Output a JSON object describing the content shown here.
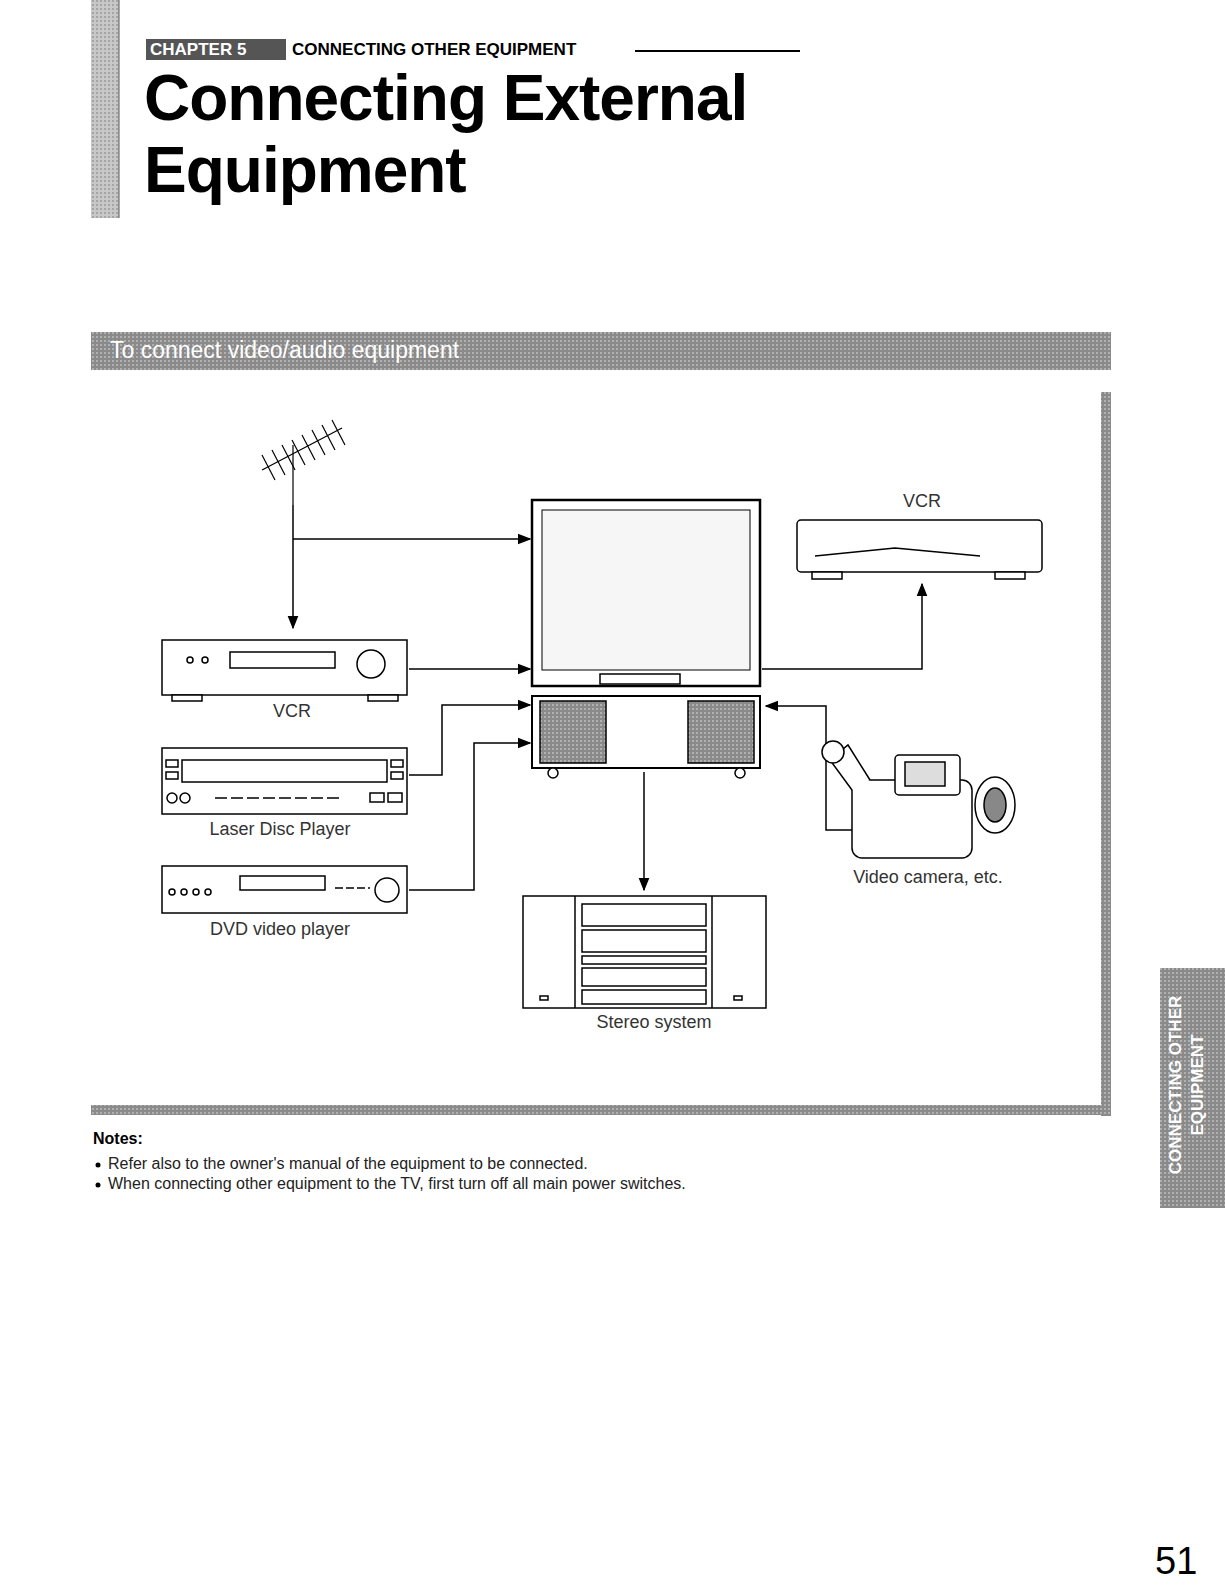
{
  "diagram": {
    "title": "Connecting External Equipment",
    "nodes": [
      {
        "text": [
          "VCR"
        ]
      },
      {
        "text": [
          "Laser Disc Player"
        ]
      },
      {
        "text": [
          "DVD video player"
        ]
      },
      {
        "text": [
          "VCR"
        ]
      },
      {
        "text": [
          "Video camera, etc."
        ]
      },
      {
        "text": [
          "Stereo system"
        ]
      }
    ],
    "labels": [
      "CHAPTER 5",
      "CONNECTING OTHER EQUIPMENT",
      "To connect video/audio equipment",
      "Notes:",
      "Refer also to the owner's manual of the equipment to be connected.",
      "When connecting other equipment to the TV, first turn off all main power switches.",
      "CONNECTING OTHER EQUIPMENT",
      "51"
    ]
  }
}
